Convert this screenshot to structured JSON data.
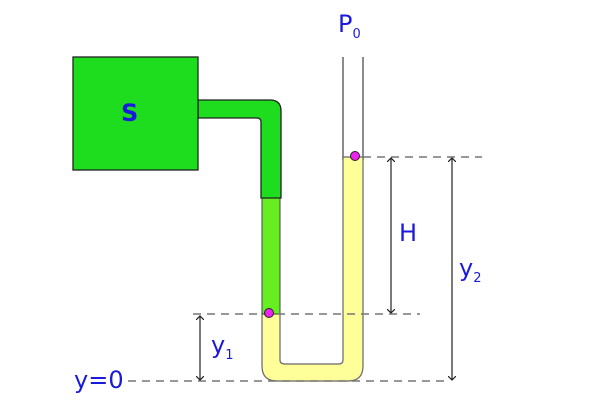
{
  "labels": {
    "tank": "S",
    "pressure": "P",
    "pressure_sub": "0",
    "height": "H",
    "y2": "y",
    "y2_sub": "2",
    "y1": "y",
    "y1_sub": "1",
    "origin": "y=0"
  },
  "colors": {
    "tank_green": "#1edc1e",
    "light_green": "#66ee22",
    "liquid_yellow": "#ffff99",
    "point_magenta": "#ee22ee",
    "label_blue": "#1a1adf"
  }
}
